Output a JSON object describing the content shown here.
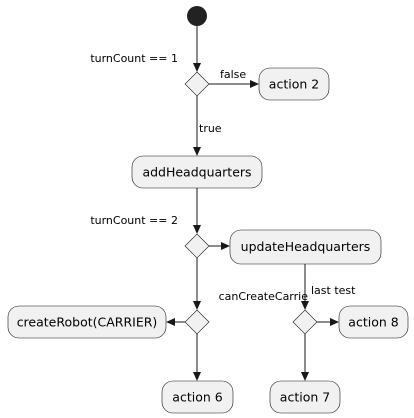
{
  "actions": {
    "action2": "action 2",
    "addHQ": "addHeadquarters",
    "updateHQ": "updateHeadquarters",
    "createRobot": "createRobot(CARRIER)",
    "action8": "action 8",
    "action6": "action 6",
    "action7": "action 7"
  },
  "labels": {
    "cond1": "turnCount == 1",
    "false1": "false",
    "true1": "true",
    "cond2": "turnCount == 2",
    "cond3": "canCreateCarrie",
    "lastTest": "last test"
  },
  "colors": {
    "node_fill": "#f1f1f1",
    "stroke": "#181818",
    "start": "#222222"
  }
}
